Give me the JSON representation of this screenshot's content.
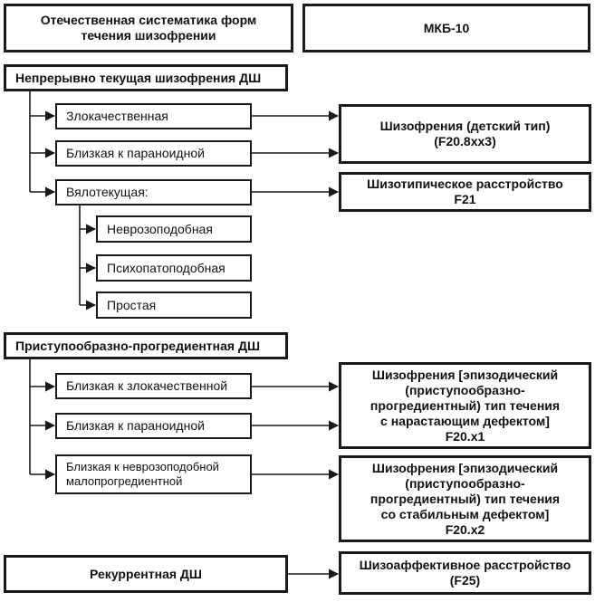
{
  "header": {
    "left": "Отечественная систематика форм\nтечения шизофрении",
    "right": "МКБ-10"
  },
  "groups": [
    {
      "title": "Непрерывно текущая шизофрения ДШ",
      "subtypes": [
        "Злокачественная",
        "Близкая к параноидной",
        "Вялотекущая:"
      ],
      "sub_subtypes": [
        "Неврозоподобная",
        "Психопатоподобная",
        "Простая"
      ],
      "icd": [
        "Шизофрения (детский тип)\n(F20.8хх3)",
        "Шизотипическое расстройство\nF21"
      ]
    },
    {
      "title": "Приступообразно-прогредиентная ДШ",
      "subtypes": [
        "Близкая к злокачественной",
        "Близкая к параноидной",
        "Близкая к неврозоподобной\nмалопрогредиентной"
      ],
      "icd": [
        "Шизофрения [эпизодический\n(приступообразно-\nпрогредиентный) тип течения\nс нарастающим дефектом]\nF20.х1",
        "Шизофрения [эпизодический\n(приступообразно-\nпрогредиентный) тип течения\nсо стабильным дефектом]\nF20.х2"
      ]
    },
    {
      "title": "Рекуррентная ДШ",
      "icd": [
        "Шизоаффективное расстройство\n(F25)"
      ]
    }
  ]
}
